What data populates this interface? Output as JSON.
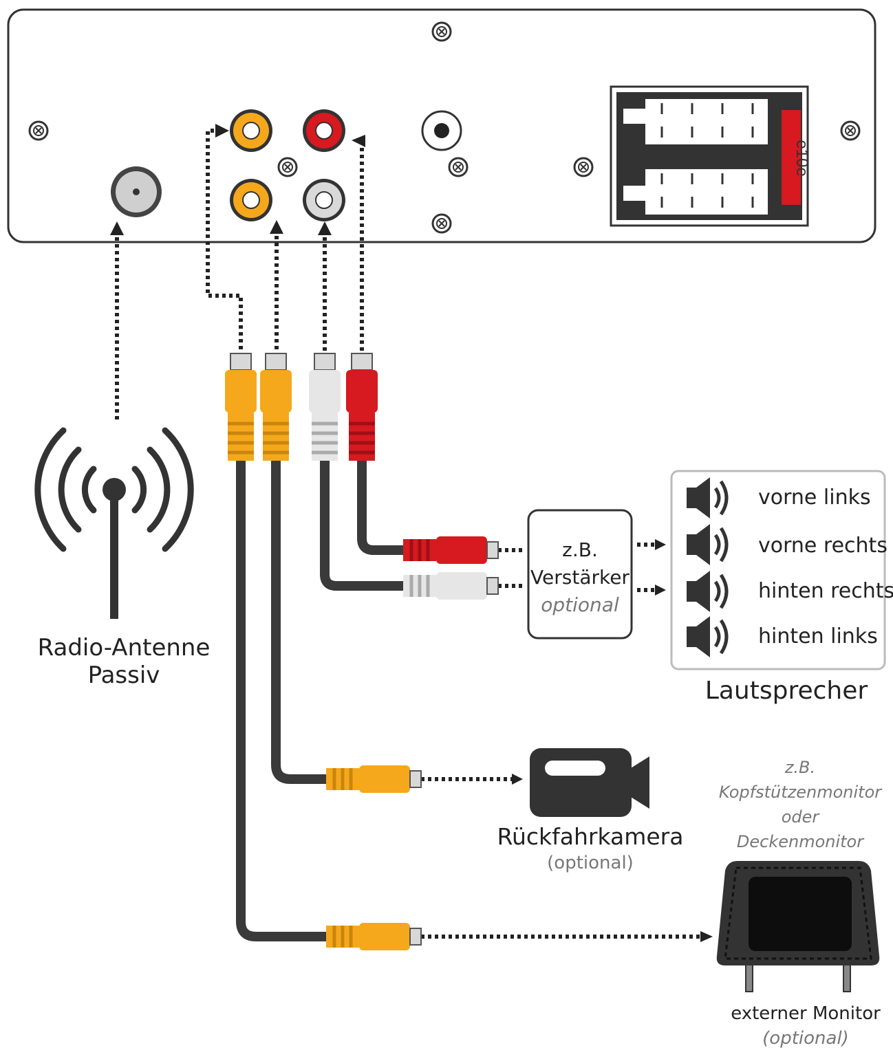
{
  "labels": {
    "antenna_line1": "Radio-Antenne",
    "antenna_line2": "Passiv",
    "amp_line1": "z.B.",
    "amp_line2": "Verstärker",
    "amp_line3": "optional",
    "speakers_title": "Lautsprecher",
    "speakers": [
      "vorne links",
      "vorne rechts",
      "hinten rechts",
      "hinten links"
    ],
    "camera_title": "Rückfahrkamera",
    "camera_sub": "(optional)",
    "monitor_note1": "z.B.",
    "monitor_note2": "Kopfstützenmonitor",
    "monitor_note3": "oder",
    "monitor_note4": "Deckenmonitor",
    "monitor_title": "externer Monitor",
    "monitor_sub": "(optional)",
    "iso_connector_text": "e10e"
  },
  "colors": {
    "yellow": "#F5A81C",
    "red": "#D71920",
    "white_plug": "#E6E6E6",
    "cable": "#3A3A3A",
    "outline": "#333333"
  },
  "icons": [
    "screw-icon",
    "antenna-icon",
    "speaker-icon",
    "camera-icon",
    "monitor-icon"
  ]
}
